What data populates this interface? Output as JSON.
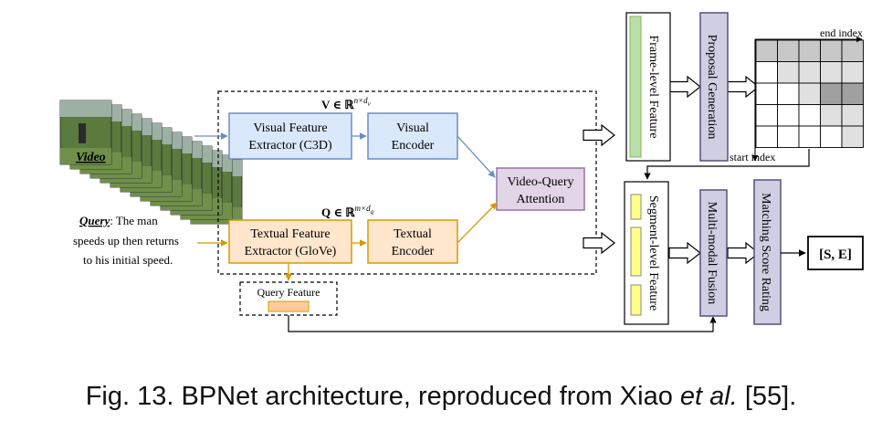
{
  "input": {
    "video_label": "Video",
    "query_label": "Query",
    "query_text_lines": [
      ": The man",
      "speeds up then returns",
      "to his initial speed."
    ]
  },
  "feature_labels": {
    "v_math": "V ∈ ℝ",
    "v_sup": "n×d",
    "v_sub": "v",
    "q_math": "Q ∈ ℝ",
    "q_sup": "m×d",
    "q_sub": "q"
  },
  "blocks": {
    "visual_extractor": [
      "Visual Feature",
      "Extractor (C3D)"
    ],
    "visual_encoder": [
      "Visual",
      "Encoder"
    ],
    "textual_extractor": [
      "Textual Feature",
      "Extractor (GloVe)"
    ],
    "textual_encoder": [
      "Textual",
      "Encoder"
    ],
    "attention": [
      "Video-Query",
      "Attention"
    ],
    "query_feature": "Query Feature",
    "frame_level_feature": "Frame-level Feature",
    "proposal_generation": "Proposal Generation",
    "segment_level_feature": "Segment-level Feature",
    "multimodal_fusion": "Multi-modal Fusion",
    "matching_score": "Matching Score Rating",
    "output": "[S, E]"
  },
  "matrix": {
    "end_index_label": "end index",
    "start_index_label": "start index",
    "rows": 5,
    "cols": 5,
    "cell_shades": [
      [
        "mid",
        "mid",
        "mid",
        "mid",
        "mid"
      ],
      [
        "white",
        "light",
        "light",
        "light",
        "light"
      ],
      [
        "white",
        "white",
        "light",
        "dark",
        "dark"
      ],
      [
        "white",
        "white",
        "white",
        "light",
        "light"
      ],
      [
        "white",
        "white",
        "white",
        "white",
        "light"
      ]
    ]
  },
  "colors": {
    "blue_fill": "#dae8fc",
    "blue_stroke": "#6c8ebf",
    "orange_fill": "#ffe6cc",
    "orange_stroke": "#d79b00",
    "purple_fill": "#e1d5e7",
    "purple_stroke": "#9673a6",
    "lavender_fill": "#d0cee2",
    "lavender_stroke": "#56517e",
    "green_fill": "#b9e0a5",
    "yellow_fill": "#ffff88",
    "query_feature_fill": "#ffcc99"
  },
  "caption": {
    "prefix": "Fig. 13. BPNet architecture, reproduced from Xiao ",
    "italic": "et al.",
    "suffix": " [55]."
  }
}
